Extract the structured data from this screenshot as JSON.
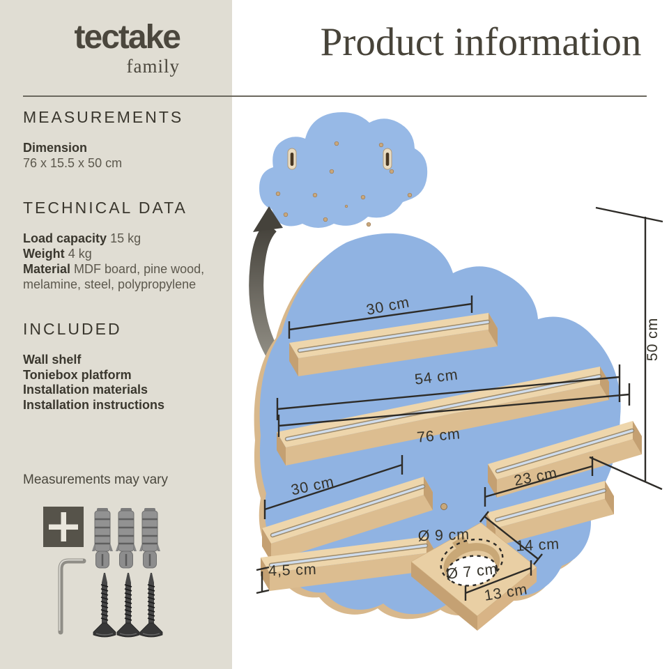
{
  "brand": {
    "logo": "tectake",
    "logo_sub": "family"
  },
  "page_title": "Product information",
  "measurements": {
    "heading": "MEASUREMENTS",
    "dimension_label": "Dimension",
    "dimension_value": "76 x 15.5 x 50 cm"
  },
  "technical_data": {
    "heading": "TECHNICAL DATA",
    "rows": [
      {
        "label": "Load capacity",
        "value": "15 kg"
      },
      {
        "label": "Weight",
        "value": "4 kg"
      },
      {
        "label": "Material",
        "value": "MDF board, pine wood, melamine, steel, polypropylene"
      }
    ]
  },
  "included": {
    "heading": "INCLUDED",
    "items": [
      "Wall shelf",
      "Toniebox platform",
      "Installation materials",
      "Installation instructions"
    ]
  },
  "note": "Measurements may vary",
  "hardware": {
    "icons": [
      "mounting-template-icon",
      "hex-key-icon",
      "wall-plug-icon",
      "screw-icon"
    ],
    "wall_plug_count": 3,
    "screw_count": 3
  },
  "colors": {
    "sidebar_bg": "#e0ddd3",
    "cloud_blue": "#90b3e2",
    "wood": "#dcbd90",
    "dark": "#45423b"
  },
  "diagram": {
    "labels": {
      "top_shelf_width": "30 cm",
      "middle_shelf_width": "54 cm",
      "total_width": "76 cm",
      "total_height": "50 cm",
      "lower_left_shelf_width": "30 cm",
      "lower_right_shelf_width": "23 cm",
      "rail_height": "4,5 cm",
      "hole_outer_diameter": "Ø 9 cm",
      "hole_inner_diameter": "Ø 7 cm",
      "platform_depth": "14 cm",
      "platform_width": "13 cm"
    }
  }
}
